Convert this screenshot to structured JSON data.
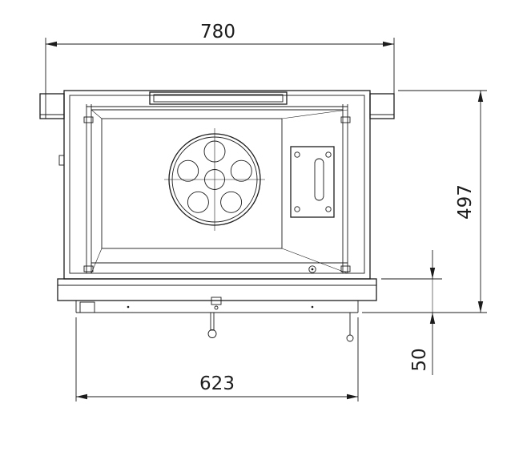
{
  "drawing": {
    "type": "technical-dimension-drawing",
    "subject": "stove-front-elevation",
    "dimensions": {
      "overall_width": "780",
      "overall_height": "497",
      "inner_width": "623",
      "base_height": "50"
    },
    "colors": {
      "line": "#1c1c1c",
      "background": "#ffffff"
    }
  }
}
